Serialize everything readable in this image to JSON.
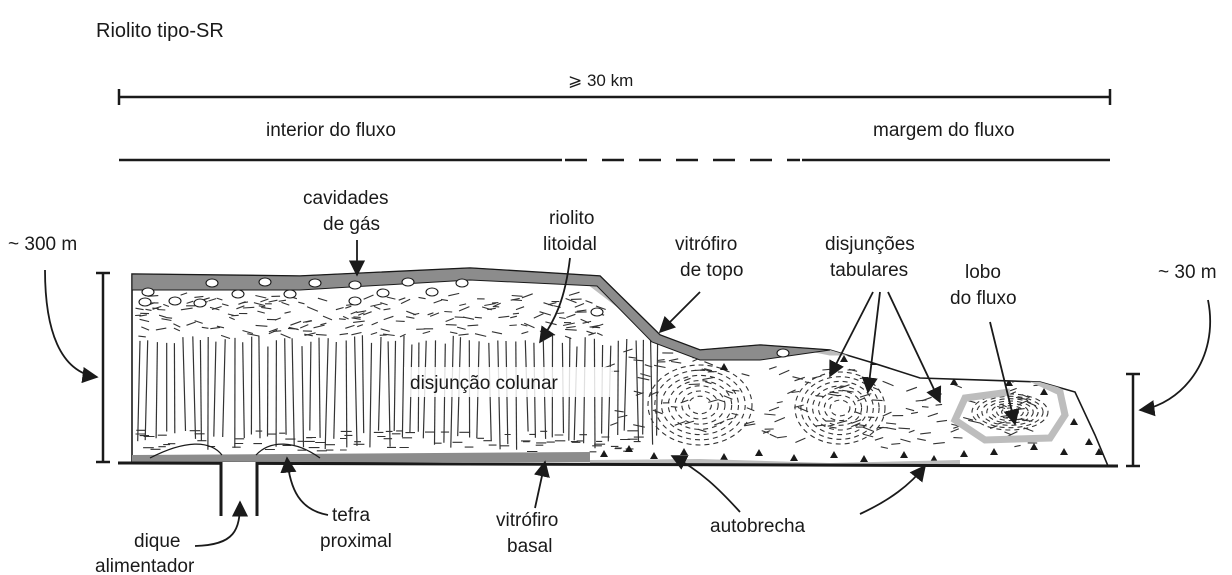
{
  "title": "Riolito tipo-SR",
  "scale": {
    "width": "⩾ 30 km",
    "height_left": "~ 300 m",
    "height_right": "~ 30 m"
  },
  "zones": {
    "interior": "interior do fluxo",
    "margin": "margem do fluxo"
  },
  "labels": {
    "cavidades_1": "cavidades",
    "cavidades_2": "de gás",
    "riolito_1": "riolito",
    "riolito_2": "litoidal",
    "vitrofiro_topo_1": "vitrófiro",
    "vitrofiro_topo_2": "de topo",
    "disjuncoes_1": "disjunções",
    "disjuncoes_2": "tabulares",
    "lobo_1": "lobo",
    "lobo_2": "do fluxo",
    "disjuncao_colunar": "disjunção colunar",
    "dique_1": "dique",
    "dique_2": "alimentador",
    "tefra_1": "tefra",
    "tefra_2": "proximal",
    "vitrofiro_basal_1": "vitrófiro",
    "vitrofiro_basal_2": "basal",
    "autobrecha": "autobrecha"
  },
  "colors": {
    "glass": "#8c8c8c",
    "light_band": "#bdbdbd",
    "ink": "#1a1a1a"
  }
}
